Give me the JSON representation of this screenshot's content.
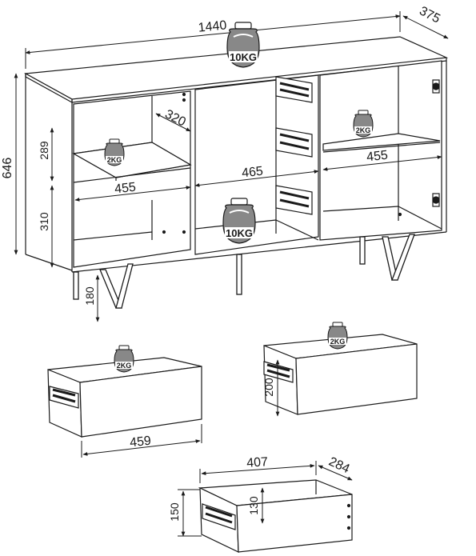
{
  "dimensions": {
    "sideboard_width": "1440",
    "sideboard_depth": "375",
    "sideboard_height": "646",
    "upper_shelf_height": "289",
    "lower_shelf_height": "310",
    "leg_height": "180",
    "inner_depth": "320",
    "left_compartment_width": "455",
    "middle_compartment_width": "465",
    "right_compartment_width": "455",
    "drawer_front_width": "459",
    "drawer_front_height": "200",
    "drawer_box_width": "407",
    "drawer_box_depth": "284",
    "drawer_box_height": "150",
    "drawer_inner_height": "130"
  },
  "weights": {
    "top": "10KG",
    "middle_shelf": "10KG",
    "left_shelf": "2KG",
    "right_shelf": "2KG",
    "left_drawer": "2KG",
    "right_drawer": "2KG"
  }
}
